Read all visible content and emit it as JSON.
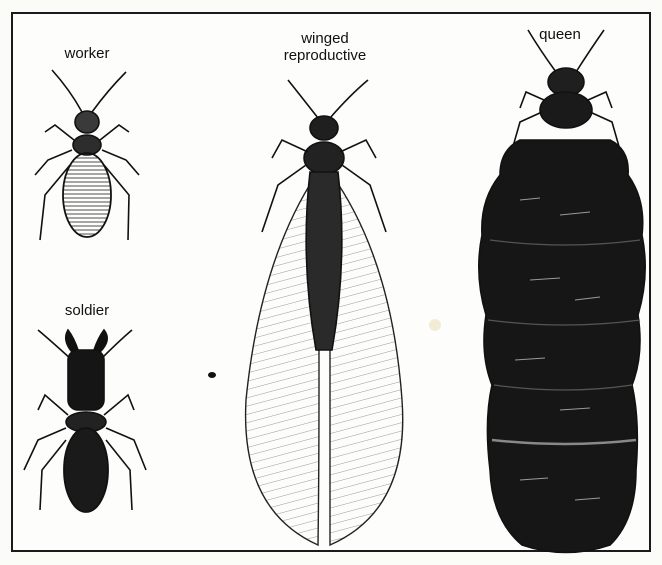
{
  "labels": {
    "worker": "worker",
    "soldier": "soldier",
    "winged_line1": "winged",
    "winged_line2": "reproductive",
    "queen": "queen"
  }
}
